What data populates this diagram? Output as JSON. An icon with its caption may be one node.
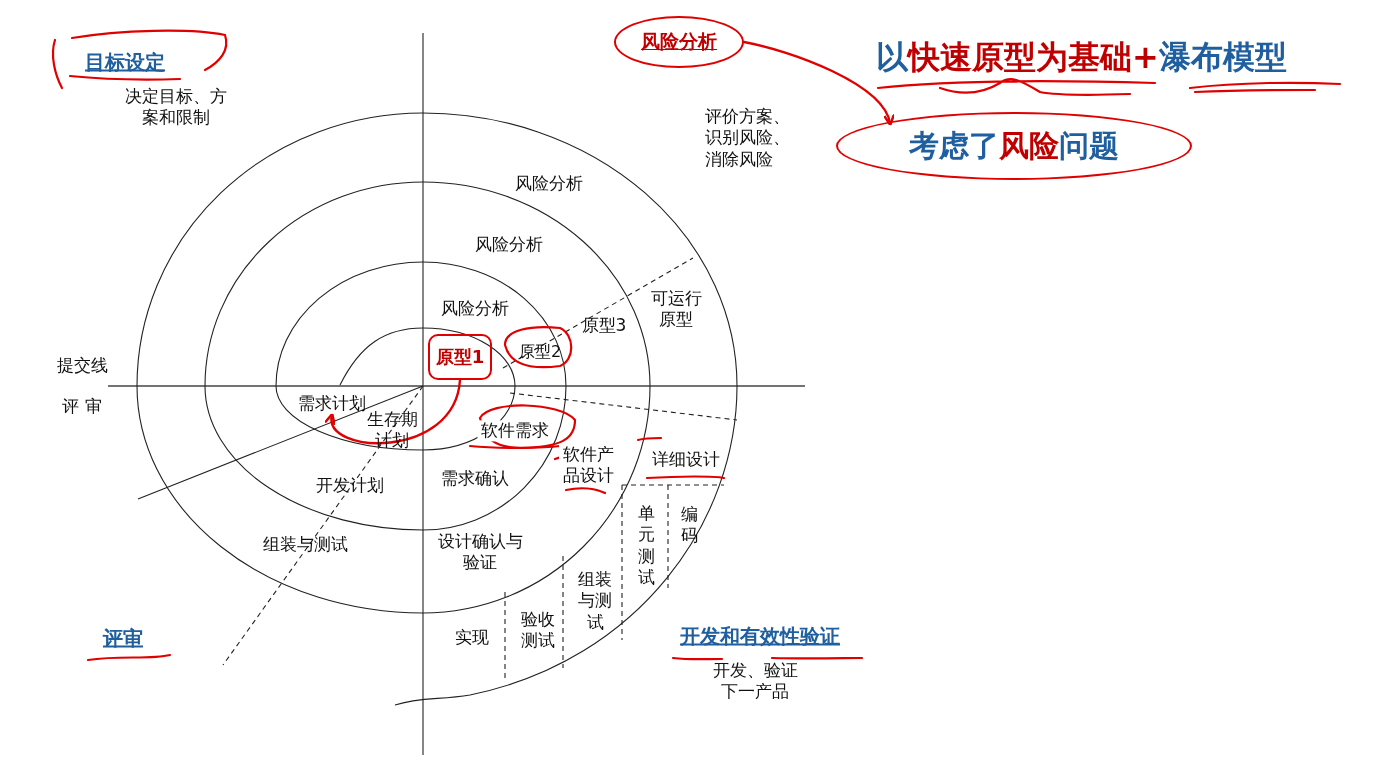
{
  "diagram": {
    "title": "以快速原型为基础+瀑布模型",
    "nodes": [
      {
        "text": [
          "风险分析"
        ],
        "beside": [
          "评价方案、识别风险、消除风险"
        ]
      },
      {
        "text": [
          "考虑了风险问题"
        ]
      },
      {
        "text": [
          "原型1"
        ]
      },
      {
        "text": [
          "需求计划"
        ]
      }
    ],
    "edges": [
      {
        "from": 0,
        "to": 1,
        "arrow": "to"
      },
      {
        "from": 2,
        "to": 3,
        "arrow": "to"
      }
    ],
    "labels": [
      "目标设定",
      "决定目标、方案和限制",
      "风险分析",
      "风险分析",
      "可运行原型",
      "风险分析",
      "原型3",
      "提交线",
      "原型2",
      "评 审",
      "生存期计划",
      "软件需求",
      "软件产品设计",
      "详细设计",
      "开发计划",
      "需求确认",
      "单元测试",
      "编码",
      "组装与测试",
      "设计确认与验证",
      "组装与测试",
      "评审",
      "验收测试",
      "实现",
      "开发和有效性验证",
      "开发、验证下一产品"
    ]
  }
}
